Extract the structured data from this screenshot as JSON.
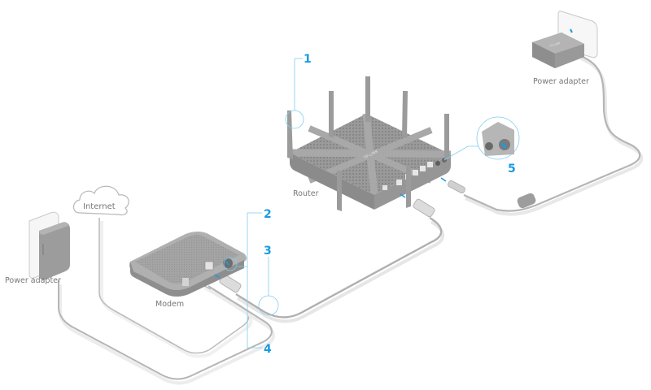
{
  "diagram": {
    "type": "network-setup",
    "colors": {
      "accent": "#1a9be0",
      "callout_line": "#7fcdf0",
      "device_dark": "#8f8f8f",
      "device_mid": "#a6a6a6",
      "device_light": "#bdbdbd",
      "cable": "#b5b5b5",
      "label_text": "#777777"
    },
    "devices": {
      "router": {
        "label": "Router",
        "brand_mark": "TP-LINK"
      },
      "modem": {
        "label": "Modem"
      },
      "internet": {
        "label": "Internet"
      },
      "power_adapter_left": {
        "label": "Power adapter"
      },
      "power_adapter_right": {
        "label": "Power adapter",
        "brand_mark": "TP-LINK"
      }
    },
    "callouts": [
      {
        "number": "1",
        "target": "router-antenna"
      },
      {
        "number": "2",
        "target": "modem-power-button"
      },
      {
        "number": "3",
        "target": "ethernet-cable"
      },
      {
        "number": "4",
        "target": "modem-power-cable"
      },
      {
        "number": "5",
        "target": "router-power-button"
      }
    ]
  }
}
